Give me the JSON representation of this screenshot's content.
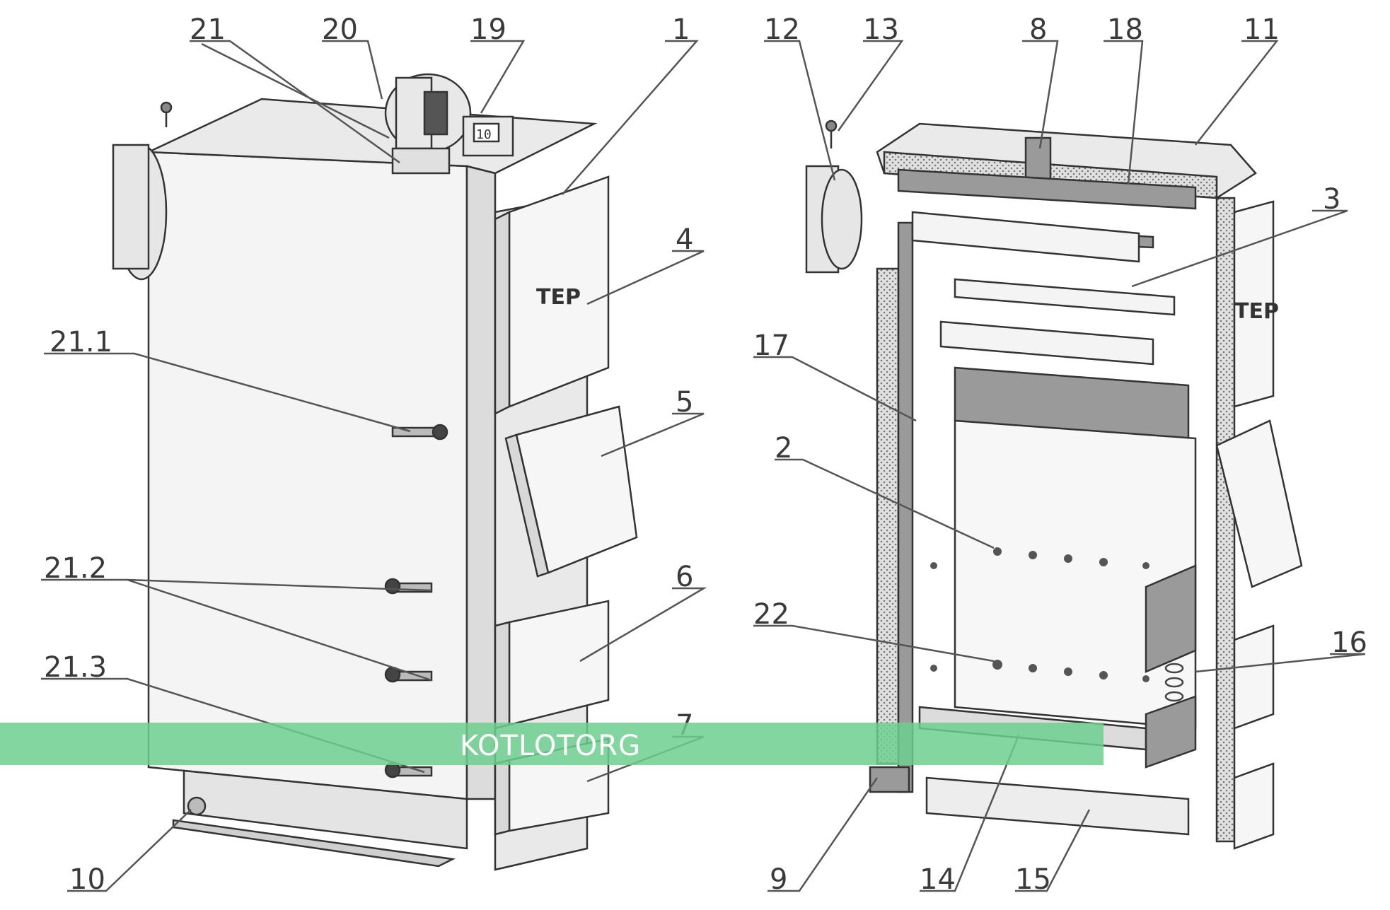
{
  "left_view": {
    "callouts": [
      "21",
      "20",
      "19",
      "1",
      "4",
      "21.1",
      "5",
      "21.2",
      "6",
      "21.3",
      "7",
      "10"
    ],
    "door_brand": "TEP",
    "controller_display": "10"
  },
  "right_view": {
    "callouts": [
      "12",
      "13",
      "8",
      "18",
      "11",
      "3",
      "17",
      "2",
      "22",
      "16",
      "9",
      "14",
      "15"
    ],
    "door_brand": "TEP"
  },
  "watermark": {
    "text": "KOTLOTORG",
    "band_color": "#6fcf8f"
  },
  "colors": {
    "line": "#333333",
    "fill": "#f2f2f2",
    "steel_section": "#9a9a9a",
    "insulation": "#d6d6d6"
  }
}
